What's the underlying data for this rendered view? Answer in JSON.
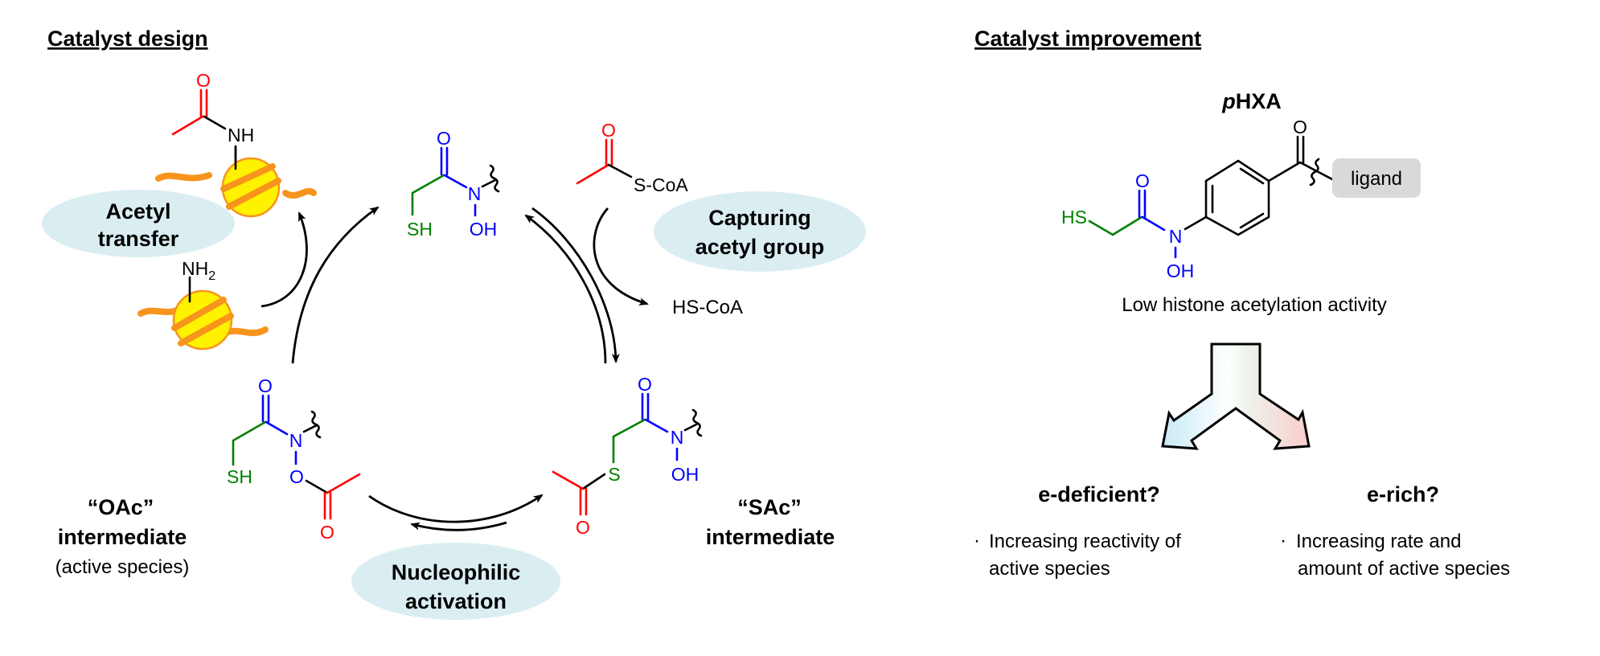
{
  "left_panel": {
    "title": "Catalyst design",
    "steps": {
      "acetyl_transfer": [
        "Acetyl",
        "transfer"
      ],
      "capturing": [
        "Capturing",
        "acetyl group"
      ],
      "nucleophilic": [
        "Nucleophilic",
        "activation"
      ]
    },
    "reagents": {
      "acetyl_coa": "S-CoA",
      "hs_coa": "HS-CoA"
    },
    "histone": {
      "acetylated_label": "NH",
      "free_amine_label": "NH",
      "free_amine_subscript": "2"
    },
    "catalyst": {
      "carbonyl_o": "O",
      "n": "N",
      "oh": "OH",
      "sh": "SH"
    },
    "oac_intermediate": {
      "name": "“OAc”",
      "line2": "intermediate",
      "line3": "(active species)",
      "carbonyl_o": "O",
      "n": "N",
      "o": "O",
      "sh": "SH",
      "acyl_o": "O"
    },
    "sac_intermediate": {
      "name": "“SAc”",
      "line2": "intermediate",
      "carbonyl_o": "O",
      "n": "N",
      "oh": "OH",
      "s": "S",
      "acyl_o": "O"
    },
    "acetyl_coa_o": "O",
    "acetyl_o": "O"
  },
  "right_panel": {
    "title": "Catalyst improvement",
    "compound": {
      "name_italic": "p",
      "name_rest": "HXA",
      "hs": "HS",
      "carbonyl_o": "O",
      "n": "N",
      "oh": "OH",
      "ketone_o": "O",
      "ligand": "ligand"
    },
    "activity_note": "Low histone acetylation activity",
    "branches": [
      {
        "heading": "e-deficient?",
        "bullet": "·",
        "lines": [
          "Increasing reactivity of",
          "active species"
        ],
        "color": "#c8eaf7"
      },
      {
        "heading": "e-rich?",
        "bullet": "·",
        "lines": [
          "Increasing rate and",
          "amount of active species"
        ],
        "color": "#f9cccc"
      }
    ]
  },
  "colors": {
    "acetyl": "#ff0000",
    "hydroxamic": "#0000ff",
    "thiol": "#008000",
    "ellipse": "#daeef2",
    "histone_fill": "#fff200",
    "histone_tail": "#f7941d",
    "ligand_box": "#d9d9d9"
  }
}
